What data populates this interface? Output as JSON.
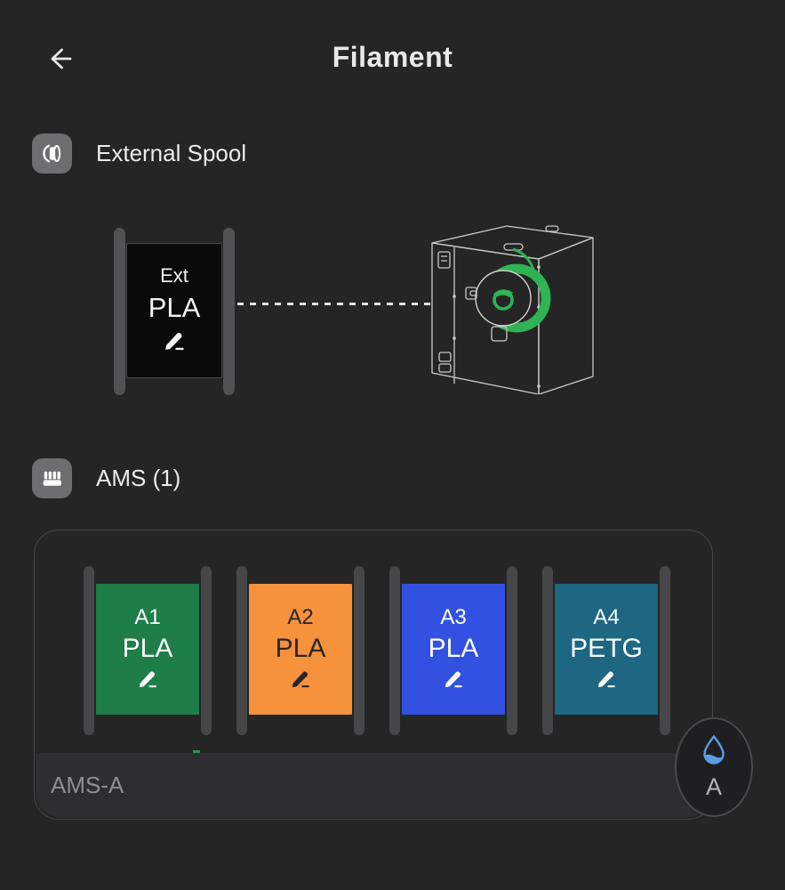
{
  "header": {
    "title": "Filament"
  },
  "external_section": {
    "label": "External Spool",
    "spool": {
      "slot_label": "Ext",
      "material": "PLA",
      "color": "#0a0a0b",
      "text_color": "#f2f2f2"
    }
  },
  "ams_section": {
    "label": "AMS (1)",
    "unit": {
      "name": "AMS-A",
      "humidity": {
        "letter": "A"
      },
      "slots": [
        {
          "slot_label": "A1",
          "material": "PLA",
          "color": "#1e7d49",
          "text_color": "#ffffff",
          "active": true
        },
        {
          "slot_label": "A2",
          "material": "PLA",
          "color": "#f6913c",
          "text_color": "#262626",
          "active": false
        },
        {
          "slot_label": "A3",
          "material": "PLA",
          "color": "#3351e0",
          "text_color": "#ffffff",
          "active": false
        },
        {
          "slot_label": "A4",
          "material": "PETG",
          "color": "#1d6783",
          "text_color": "#ffffff",
          "active": false
        }
      ]
    }
  },
  "colors": {
    "background": "#252526",
    "active_feed_green": "#27964e",
    "printer_spool_green": "#2fb353",
    "droplet_blue": "#5b9ce8",
    "section_icon_gray": "#6e6e70"
  }
}
